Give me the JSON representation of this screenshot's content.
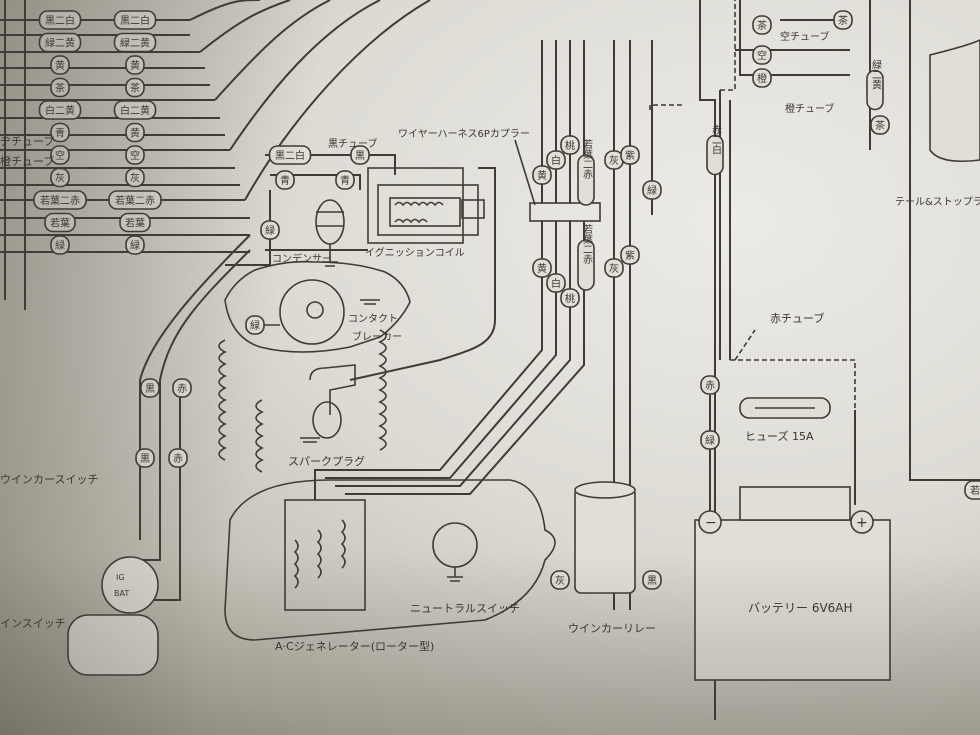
{
  "labels": {
    "harness_coupler": "ワイヤーハーネス6Pカプラー",
    "black_tube": "黒チューブ",
    "condenser": "コンデンサー",
    "ignition_coil": "イグニッションコイル",
    "contact_breaker_1": "コンタクト",
    "contact_breaker_2": "ブレーカー",
    "spark_plug": "スパークプラグ",
    "winker_switch": "ウインカースイッチ",
    "main_switch": "インスイッチ",
    "ac_generator": "A·Cジェネレーター(ローター型)",
    "neutral_switch": "ニュートラルスイッチ",
    "winker_relay": "ウインカーリレー",
    "battery": "バッテリー 6V6AH",
    "fuse": "ヒューズ 15A",
    "red_tube": "赤チューブ",
    "sky_tube": "空チューブ",
    "orange_tube": "橙チューブ",
    "left_tube_1": "ヂチューブ",
    "left_tube_2": "橙チューブ",
    "tail_stop": "テール&ストップラ",
    "ig": "IG",
    "bat": "BAT",
    "minus": "−",
    "plus": "+"
  },
  "wire_tags": {
    "left": [
      "黒二白",
      "緑二黄",
      "黄",
      "茶",
      "白二黄",
      "青",
      "空",
      "灰",
      "若葉二赤",
      "若葉",
      "緑",
      "黒二白",
      "緑二黄",
      "黄",
      "茶",
      "白二黄",
      "黄",
      "空",
      "灰",
      "若葉二赤",
      "若葉",
      "緑"
    ],
    "ignition": [
      "黒二白",
      "黒",
      "青",
      "青",
      "緑",
      "緑"
    ],
    "harness_top": [
      "黄",
      "白",
      "桃",
      "若葉二赤",
      "灰",
      "紫",
      "緑"
    ],
    "harness_bottom": [
      "黄",
      "白",
      "桃",
      "若葉二赤",
      "灰",
      "紫"
    ],
    "power": [
      "黒",
      "赤",
      "黒",
      "赤"
    ],
    "relay": [
      "灰",
      "黒"
    ],
    "right": [
      "茶",
      "空",
      "橙",
      "茶",
      "赤二白",
      "緑二黄",
      "茶",
      "赤",
      "緑",
      "若葉"
    ]
  }
}
